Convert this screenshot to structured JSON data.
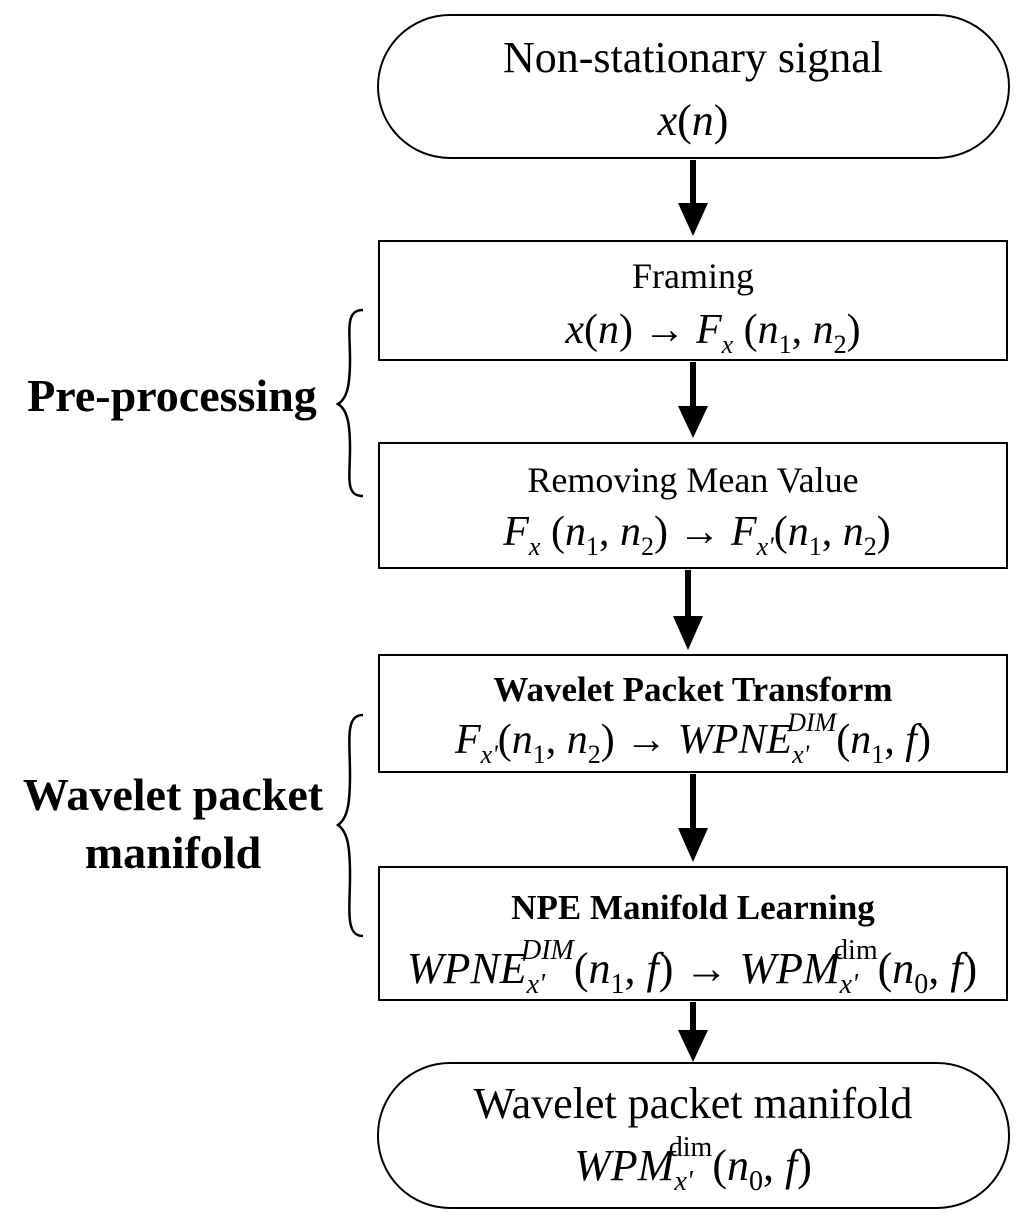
{
  "nodes": {
    "start": {
      "title": "Non-stationary signal",
      "formula": "x(n)"
    },
    "framing": {
      "title": "Framing",
      "formula": "x(n) → F_x (n1,n2)"
    },
    "removing_mean": {
      "title": "Removing Mean Value",
      "formula": "F_x (n1,n2) → F_x'(n1,n2)"
    },
    "wpt": {
      "title": "Wavelet Packet Transform",
      "formula": "F_x'(n1,n2) → WPNE_x'^DIM(n1,f)"
    },
    "npe": {
      "title": "NPE Manifold Learning",
      "formula": "WPNE_x'^DIM(n1,f) → WPM_x'^dim(n0,f)"
    },
    "end": {
      "title": "Wavelet packet manifold",
      "formula": "WPM_x'^dim(n0,f)"
    }
  },
  "groups": {
    "preprocessing": {
      "label": "Pre-processing"
    },
    "wavelet_manifold": {
      "label_line1": "Wavelet packet",
      "label_line2": "manifold"
    }
  }
}
